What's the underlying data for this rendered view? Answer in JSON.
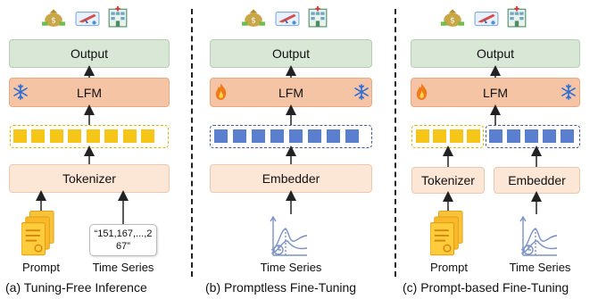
{
  "panels": [
    {
      "id": "a",
      "caption": "(a) Tuning-Free Inference",
      "output_label": "Output",
      "lfm_label": "LFM",
      "encoder_label": "Tokenizer",
      "prompt_label": "Prompt",
      "ts_label": "Time Series",
      "ts_text": "“151,167,...,2\n67”"
    },
    {
      "id": "b",
      "caption": "(b) Promptless Fine-Tuning",
      "output_label": "Output",
      "lfm_label": "LFM",
      "encoder_label": "Embedder",
      "ts_label": "Time Series"
    },
    {
      "id": "c",
      "caption": "(c) Prompt-based Fine-Tuning",
      "output_label": "Output",
      "lfm_label": "LFM",
      "tokenizer_label": "Tokenizer",
      "embedder_label": "Embedder",
      "prompt_label": "Prompt",
      "ts_label": "Time Series"
    }
  ],
  "icons": [
    "money-bag-icon",
    "airplane-icon",
    "hospital-icon",
    "snowflake-icon",
    "fire-icon",
    "document-icon",
    "chart-icon"
  ],
  "colors": {
    "output": "#d9e8d6",
    "lfm": "#f5c4a4",
    "tokenizer": "#fce6d6",
    "token": "#f5c518",
    "embedding": "#5b7fcf",
    "snowflake": "#2f6fd6",
    "fire": "#f07a1a"
  }
}
